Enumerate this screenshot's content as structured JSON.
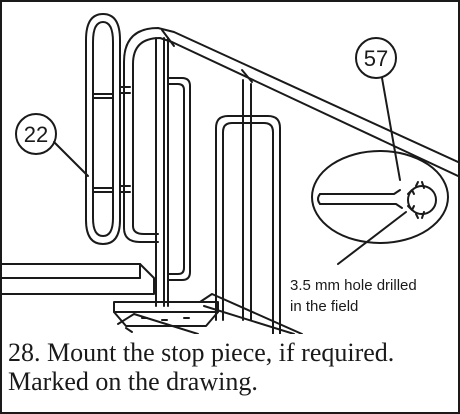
{
  "figure": {
    "callout_handrail_bracket": "22",
    "callout_stop_piece": "57",
    "hole_note_line1": "3.5 mm hole drilled",
    "hole_note_line2": "in the field"
  },
  "instructions": {
    "step_line1": "28. Mount the stop piece, if required.",
    "step_line2": "Marked on the drawing."
  }
}
